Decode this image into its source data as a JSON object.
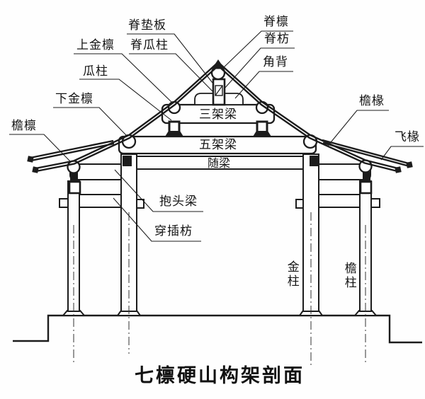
{
  "title": "七檩硬山构架剖面",
  "colors": {
    "line": "#1c1c1c",
    "background": "#fefefe"
  },
  "labels": {
    "ridge_board": "脊垫板",
    "ridge_purlin": "脊檩",
    "upper_gold_purlin": "上金檩",
    "ridge_post": "脊瓜柱",
    "ridge_tie": "脊枋",
    "melon_post": "瓜柱",
    "corner_back_brace": "角背",
    "lower_gold_purlin": "下金檩",
    "three_purlin_beam": "三架梁",
    "eave_rafter": "檐椽",
    "eave_purlin": "檐檩",
    "five_purlin_beam": "五架梁",
    "flying_rafter": "飞椽",
    "follow_beam": "随梁",
    "baotou_beam": "抱头梁",
    "chuancha_tie": "穿插枋",
    "gold_column": "金柱",
    "eave_column": "檐柱"
  }
}
